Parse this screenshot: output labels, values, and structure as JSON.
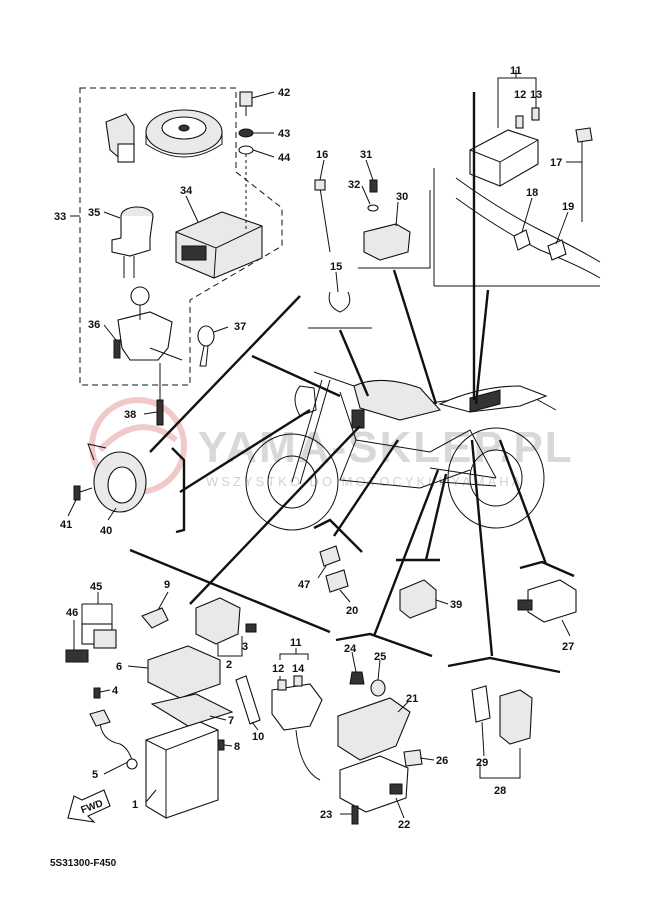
{
  "diagram": {
    "reference_code": "5S31300-F450",
    "watermark": {
      "brand": "YAMA-SKLEP.PL",
      "tagline": "WSZYSTKO DO MOTOCYKLI YAMAHA"
    },
    "fwd_label": "FWD",
    "callouts": [
      {
        "n": "1"
      },
      {
        "n": "2"
      },
      {
        "n": "3"
      },
      {
        "n": "4"
      },
      {
        "n": "5"
      },
      {
        "n": "6"
      },
      {
        "n": "7"
      },
      {
        "n": "8"
      },
      {
        "n": "9"
      },
      {
        "n": "10"
      },
      {
        "n": "11"
      },
      {
        "n": "12"
      },
      {
        "n": "13"
      },
      {
        "n": "14"
      },
      {
        "n": "15"
      },
      {
        "n": "16"
      },
      {
        "n": "17"
      },
      {
        "n": "18"
      },
      {
        "n": "19"
      },
      {
        "n": "20"
      },
      {
        "n": "21"
      },
      {
        "n": "22"
      },
      {
        "n": "23"
      },
      {
        "n": "24"
      },
      {
        "n": "25"
      },
      {
        "n": "26"
      },
      {
        "n": "27"
      },
      {
        "n": "28"
      },
      {
        "n": "29"
      },
      {
        "n": "30"
      },
      {
        "n": "31"
      },
      {
        "n": "32"
      },
      {
        "n": "33"
      },
      {
        "n": "34"
      },
      {
        "n": "35"
      },
      {
        "n": "36"
      },
      {
        "n": "37"
      },
      {
        "n": "38"
      },
      {
        "n": "39"
      },
      {
        "n": "40"
      },
      {
        "n": "41"
      },
      {
        "n": "42"
      },
      {
        "n": "43"
      },
      {
        "n": "44"
      },
      {
        "n": "45"
      },
      {
        "n": "46"
      },
      {
        "n": "47"
      }
    ],
    "callout_second_set": {
      "n11": "11",
      "n12": "12",
      "n14": "14"
    }
  }
}
